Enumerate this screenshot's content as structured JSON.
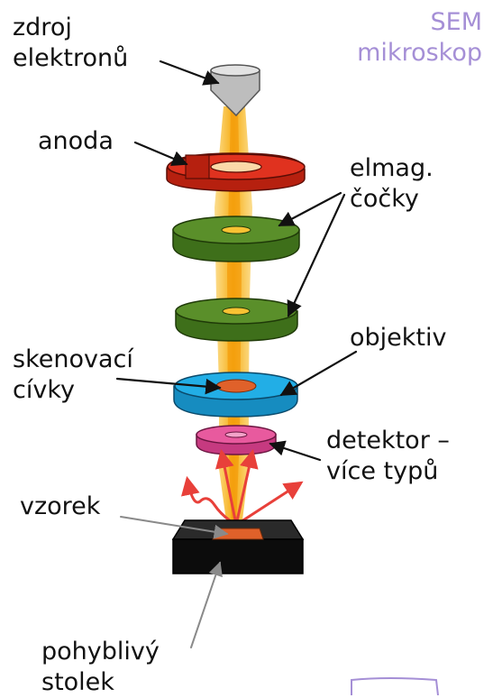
{
  "title": {
    "line1": "SEM",
    "line2": "mikroskop"
  },
  "labels": {
    "zdroj_line1": "zdroj",
    "zdroj_line2": "elektronů",
    "anoda": "anoda",
    "cocky_line1": "elmag.",
    "cocky_line2": "čočky",
    "objektiv": "objektiv",
    "skenovaci_line1": "skenovací",
    "skenovaci_line2": "cívky",
    "detektor_line1": "detektor –",
    "detektor_line2": "více typů",
    "vzorek": "vzorek",
    "stolek_line1": "pohyblivý",
    "stolek_line2": "stolek"
  },
  "colors": {
    "beam": "#f7b21b",
    "anode": "#e0321f",
    "lens": "#5a8f2a",
    "objective": "#22aee6",
    "detector": "#e85a9e",
    "stage": "#0c0c0c",
    "sample": "#e0612a",
    "title": "#a58fd6",
    "signal_arrows": "#e8403a"
  }
}
